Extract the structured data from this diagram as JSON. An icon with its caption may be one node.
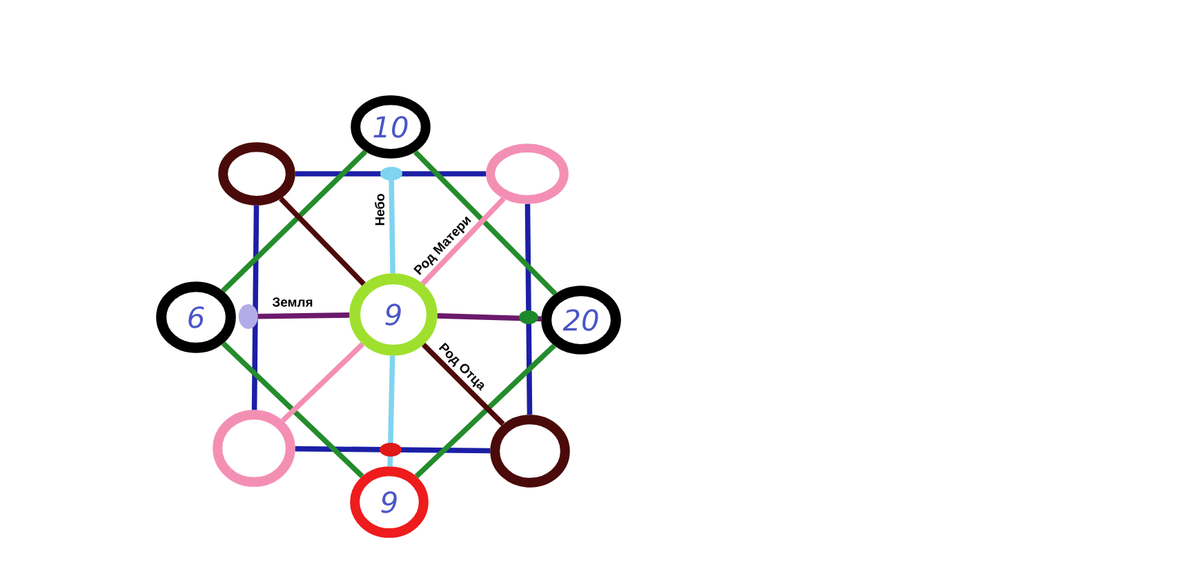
{
  "diagram": {
    "nodes": [
      {
        "text": [
          "10"
        ]
      },
      {
        "text": [],
        "shape": "circle"
      },
      {
        "text": [],
        "shape": "circle"
      },
      {
        "text": [
          "6"
        ]
      },
      {
        "text": [
          "9"
        ]
      },
      {
        "text": [
          "20"
        ]
      },
      {
        "text": [],
        "shape": "circle"
      },
      {
        "text": [
          "9"
        ]
      },
      {
        "text": [],
        "shape": "circle"
      }
    ],
    "edges": [
      {
        "from": 1,
        "to": 2,
        "arrow": "none"
      },
      {
        "from": 1,
        "to": 6,
        "arrow": "none"
      },
      {
        "from": 2,
        "to": 8,
        "arrow": "none"
      },
      {
        "from": 6,
        "to": 8,
        "arrow": "none"
      },
      {
        "from": 0,
        "to": 3,
        "arrow": "none",
        "color": "#248c2c"
      },
      {
        "from": 0,
        "to": 5,
        "arrow": "none",
        "color": "#248c2c"
      },
      {
        "from": 3,
        "to": 7,
        "arrow": "none",
        "color": "#248c2c"
      },
      {
        "from": 5,
        "to": 7,
        "arrow": "none",
        "color": "#248c2c"
      },
      {
        "from": 1,
        "to": 4,
        "arrow": "none",
        "color": "#4d0a0a"
      },
      {
        "from": 4,
        "to": 2,
        "arrow": "none",
        "label": "Род Матери",
        "color": "#f48fb4"
      },
      {
        "from": 4,
        "to": 6,
        "arrow": "none",
        "color": "#f48fb4"
      },
      {
        "from": 4,
        "to": 8,
        "arrow": "none",
        "label": "Род Отца",
        "color": "#4d0a0a"
      },
      {
        "from": 4,
        "to": 0,
        "arrow": "other",
        "label": "Небо",
        "color": "#80d4f0"
      },
      {
        "from": 4,
        "to": 7,
        "arrow": "none",
        "color": "#80d4f0"
      },
      {
        "from": 4,
        "to": 3,
        "arrow": "other",
        "label": "Земля",
        "color": "#6b1a6b"
      },
      {
        "from": 4,
        "to": 5,
        "arrow": "none",
        "color": "#6b1a6b"
      }
    ]
  }
}
